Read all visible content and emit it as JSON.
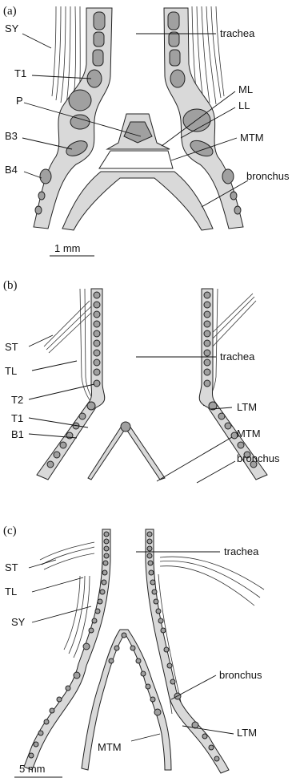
{
  "panels": [
    {
      "id": "a",
      "panel_label": "(a)",
      "labels": {
        "SY": "SY",
        "T1": "T1",
        "P": "P",
        "B3": "B3",
        "B4": "B4",
        "trachea": "trachea",
        "ML": "ML",
        "LL": "LL",
        "MTM": "MTM",
        "bronchus": "bronchus"
      },
      "scale_bar": "1 mm"
    },
    {
      "id": "b",
      "panel_label": "(b)",
      "labels": {
        "ST": "ST",
        "TL": "TL",
        "T2": "T2",
        "T1": "T1",
        "B1": "B1",
        "trachea": "trachea",
        "LTM": "LTM",
        "MTM": "MTM",
        "bronchus": "bronchus"
      }
    },
    {
      "id": "c",
      "panel_label": "(c)",
      "labels": {
        "ST": "ST",
        "TL": "TL",
        "SY": "SY",
        "trachea": "trachea",
        "bronchus": "bronchus",
        "LTM": "LTM",
        "MTM": "MTM"
      },
      "scale_bar": "5 mm"
    }
  ],
  "colors": {
    "wall": "#d9d9d9",
    "cartilage": "#a0a0a0",
    "line": "#222222"
  }
}
